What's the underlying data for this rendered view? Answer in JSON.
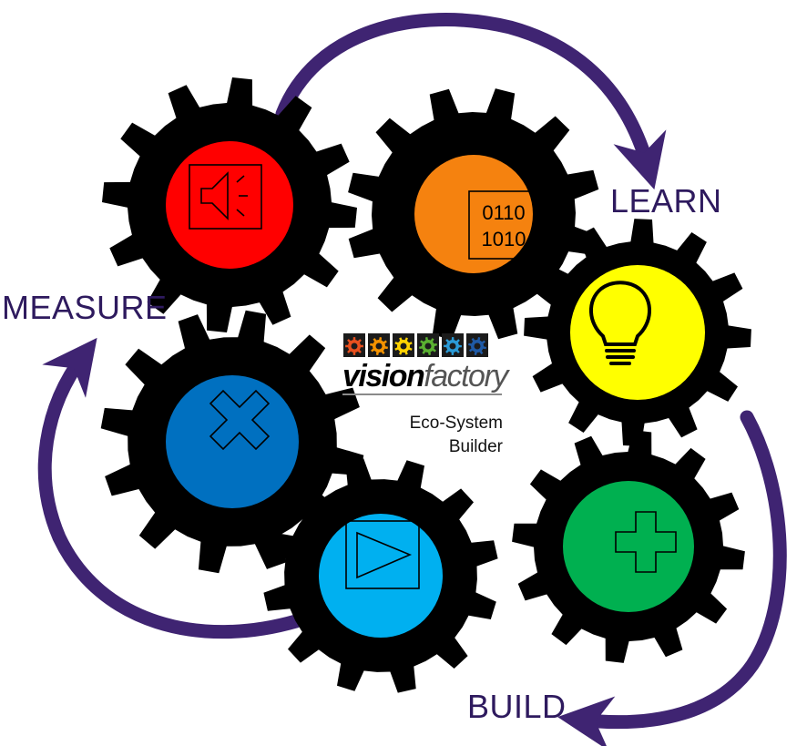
{
  "labels": {
    "learn": "LEARN",
    "measure": "MEASURE",
    "build": "BUILD"
  },
  "brand": {
    "name_bold": "vision",
    "name_light": "factory",
    "subtitle_line1": "Eco-System",
    "subtitle_line2": "Builder",
    "icon_colors": [
      "#e8501f",
      "#f39200",
      "#ffd200",
      "#5ab031",
      "#2b9ad6",
      "#1f5aa6"
    ]
  },
  "icons": {
    "code_line1": "0110",
    "code_line2": "1010"
  },
  "colors": {
    "arrow": "#3f2472",
    "label": "#2e1a5e",
    "gear": "#000000",
    "speaker_gear": "#ff0000",
    "code_gear": "#f5820f",
    "bulb_gear": "#ffff00",
    "cross_gear": "#0070c0",
    "play_gear": "#00b0f0",
    "plus_gear": "#00b050"
  },
  "gears": [
    {
      "name": "speaker",
      "icon": "speaker-icon"
    },
    {
      "name": "code",
      "icon": "binary-code-icon"
    },
    {
      "name": "bulb",
      "icon": "lightbulb-icon"
    },
    {
      "name": "cross",
      "icon": "cross-icon"
    },
    {
      "name": "play",
      "icon": "play-icon"
    },
    {
      "name": "plus",
      "icon": "plus-icon"
    }
  ]
}
